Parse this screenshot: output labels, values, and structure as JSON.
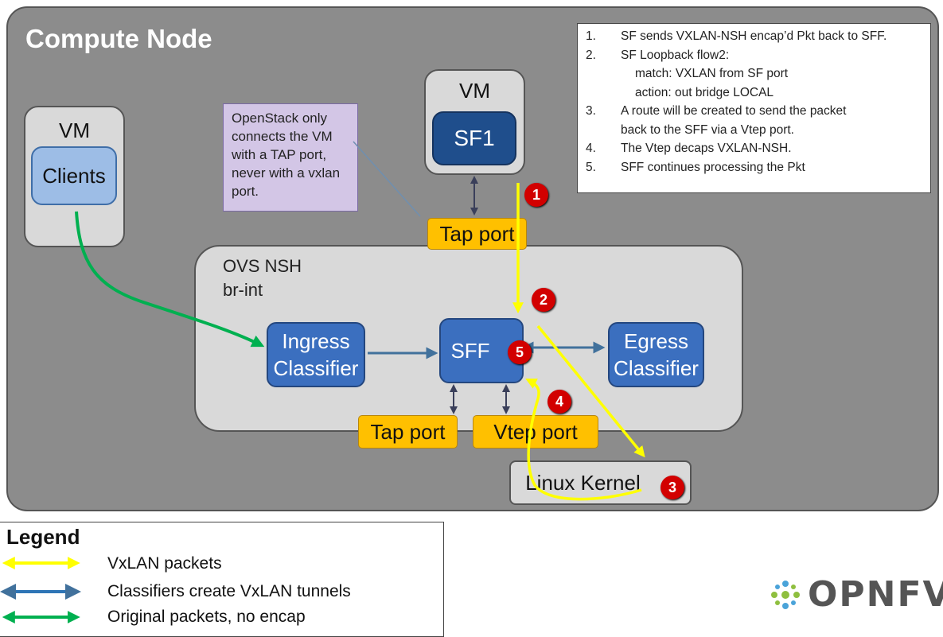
{
  "compute_node": {
    "title": "Compute Node"
  },
  "vm_client": {
    "label": "VM",
    "inner": "Clients"
  },
  "vm_sf": {
    "label": "VM",
    "inner": "SF1"
  },
  "note": "OpenStack only connects the VM with a TAP port, never with a vxlan port.",
  "ovs": {
    "title": "OVS NSH",
    "subtitle": "br-int"
  },
  "boxes": {
    "ingress": "Ingress Classifier",
    "sff": "SFF",
    "egress": "Egress Classifier"
  },
  "ports": {
    "top_tap": "Tap port",
    "bottom_tap": "Tap port",
    "vtep": "Vtep port"
  },
  "kernel": "Linux Kernel",
  "badges": [
    "1",
    "2",
    "3",
    "4",
    "5"
  ],
  "steps": [
    {
      "num": "1.",
      "text": "SF sends VXLAN-NSH encap’d Pkt back to SFF."
    },
    {
      "num": "2.",
      "text": "SF Loopback flow2:"
    },
    {
      "num": "",
      "text": "match: VXLAN from SF port",
      "sub": true
    },
    {
      "num": "",
      "text": "action: out bridge LOCAL",
      "sub": true
    },
    {
      "num": "3.",
      "text": "A route will be created to send the packet"
    },
    {
      "num": "",
      "text": "back to the SFF via a Vtep port.",
      "cont": true
    },
    {
      "num": "4.",
      "text": "The Vtep decaps VXLAN-NSH."
    },
    {
      "num": "5.",
      "text": "SFF continues processing the Pkt"
    }
  ],
  "legend": {
    "title": "Legend",
    "items": [
      {
        "text": "VxLAN packets",
        "color": "#ffff00"
      },
      {
        "text": "Classifiers create VxLAN tunnels",
        "color": "#2e75b6"
      },
      {
        "text": "Original packets, no encap",
        "color": "#00b050"
      }
    ]
  },
  "logo": "OPNFV",
  "colors": {
    "vxlan": "#ffff00",
    "tunnel": "#41719c",
    "original": "#00b050",
    "badge": "#d20000"
  }
}
